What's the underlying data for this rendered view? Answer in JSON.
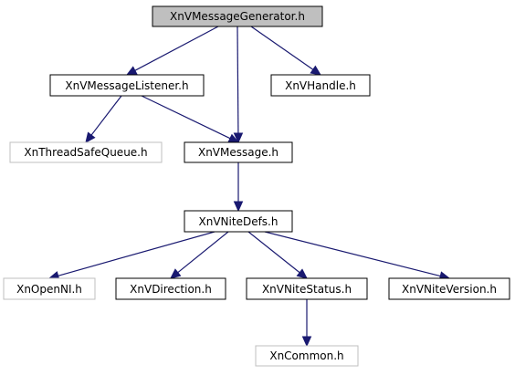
{
  "colors": {
    "edge": "#191970",
    "border": "#000000",
    "external_border": "#bfbfbf",
    "root_fill": "#bfbfbf",
    "fill": "#ffffff"
  },
  "nodes": {
    "msg_generator": {
      "label": "XnVMessageGenerator.h",
      "root": true
    },
    "msg_listener": {
      "label": "XnVMessageListener.h"
    },
    "handle": {
      "label": "XnVHandle.h"
    },
    "thread_queue": {
      "label": "XnThreadSafeQueue.h",
      "external": true
    },
    "message": {
      "label": "XnVMessage.h"
    },
    "nite_defs": {
      "label": "XnVNiteDefs.h"
    },
    "openni": {
      "label": "XnOpenNI.h",
      "external": true
    },
    "direction": {
      "label": "XnVDirection.h"
    },
    "nite_status": {
      "label": "XnVNiteStatus.h"
    },
    "nite_version": {
      "label": "XnVNiteVersion.h"
    },
    "common": {
      "label": "XnCommon.h",
      "external": true
    }
  },
  "edges": [
    [
      "msg_generator",
      "msg_listener"
    ],
    [
      "msg_generator",
      "message"
    ],
    [
      "msg_generator",
      "handle"
    ],
    [
      "msg_listener",
      "thread_queue"
    ],
    [
      "msg_listener",
      "message"
    ],
    [
      "message",
      "nite_defs"
    ],
    [
      "nite_defs",
      "openni"
    ],
    [
      "nite_defs",
      "direction"
    ],
    [
      "nite_defs",
      "nite_status"
    ],
    [
      "nite_defs",
      "nite_version"
    ],
    [
      "nite_status",
      "common"
    ]
  ]
}
